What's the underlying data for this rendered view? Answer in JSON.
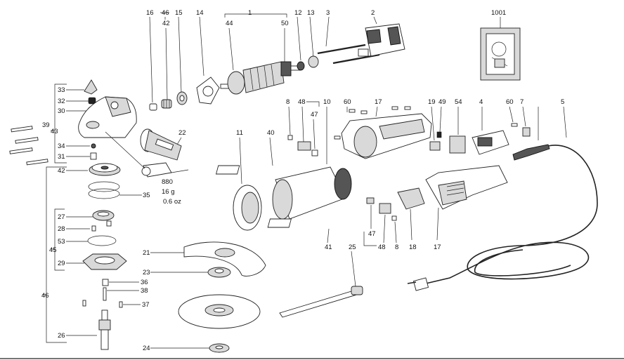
{
  "labels": {
    "p1": "1",
    "p2": "2",
    "p3": "3",
    "p4": "4",
    "p5": "5",
    "p7": "7",
    "p8a": "8",
    "p8b": "8",
    "p10": "10",
    "p11": "11",
    "p12": "12",
    "p13": "13",
    "p14": "14",
    "p15": "15",
    "p16": "16",
    "p17a": "17",
    "p17b": "17",
    "p18": "18",
    "p19": "19",
    "p21": "21",
    "p22": "22",
    "p23": "23",
    "p24": "24",
    "p25": "25",
    "p26": "26",
    "p27": "27",
    "p28": "28",
    "p29": "29",
    "p30": "30",
    "p31": "31",
    "p32": "32",
    "p33": "33",
    "p34": "34",
    "p35": "35",
    "p36": "36",
    "p37": "37",
    "p38": "38",
    "p39": "39",
    "p40": "40",
    "p41": "41",
    "p42": "42",
    "p42b": "42",
    "p43": "43",
    "p44": "44",
    "p45": "45",
    "p46a": "46",
    "p46b": "46",
    "p47a": "47",
    "p47b": "47",
    "p48a": "48",
    "p48b": "48",
    "p49": "49",
    "p50": "50",
    "p53": "53",
    "p54": "54",
    "p60a": "60",
    "p60b": "60",
    "p1001": "1001"
  },
  "grease": {
    "code": "880",
    "weight_g": "16 g",
    "weight_oz": "0.6 oz"
  }
}
